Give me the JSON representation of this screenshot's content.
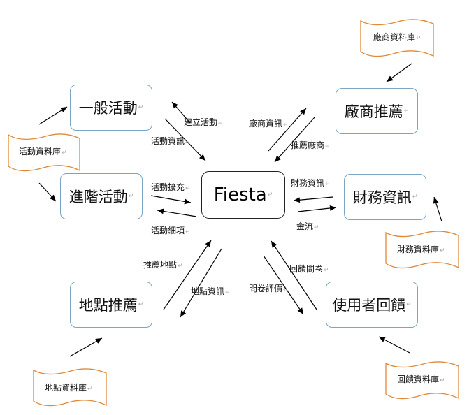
{
  "center": "Fiesta",
  "nodes": {
    "general_activity": "一般活動",
    "advanced_activity": "進階活動",
    "location_recommend": "地點推薦",
    "vendor_recommend": "廠商推薦",
    "finance_info": "財務資訊",
    "user_feedback": "使用者回饋"
  },
  "databases": {
    "activity_db": "活動資料庫",
    "vendor_db": "廠商資料庫",
    "finance_db": "財務資料庫",
    "location_db": "地點資料庫",
    "feedback_db": "回饋資料庫"
  },
  "edges": {
    "build_activity": "建立活動",
    "activity_info": "活動資訊",
    "activity_expand": "活動擴充",
    "activity_detail": "活動細項",
    "recommend_location": "推薦地點",
    "location_info": "地點資訊",
    "vendor_info": "廠商資訊",
    "recommend_vendor": "推薦廠商",
    "finance_info": "財務資訊",
    "cash_flow": "金流",
    "feedback_survey": "回饋問卷",
    "survey_review": "問卷評價"
  },
  "marker": "↵",
  "colors": {
    "box_border": "#7aa6c6",
    "db_border": "#e0893a",
    "arrow": "#000000"
  }
}
